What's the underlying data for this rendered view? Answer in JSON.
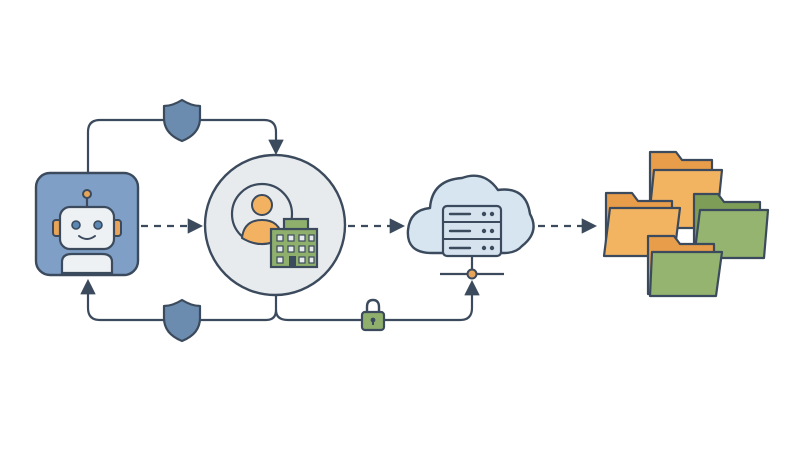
{
  "colors": {
    "outline": "#3b4a5c",
    "robot_tile": "#7f9fc6",
    "robot_body": "#eef1f4",
    "robot_accent": "#e8a55a",
    "robot_eye": "#5a87b4",
    "user_circle": "#e8ebee",
    "person": "#f3b262",
    "building": "#8fb06d",
    "cloud": "#d7e5f1",
    "server": "#d6e3ef",
    "shield": "#6b8cae",
    "lock": "#8fb06d",
    "folder_orange_back": "#e89d4a",
    "folder_orange_front": "#f3b462",
    "folder_green_back": "#7e9e58",
    "folder_green_front": "#94b46f"
  },
  "nodes": [
    {
      "id": "robot-agent",
      "icon": "robot-icon"
    },
    {
      "id": "user-organization",
      "icon": "user-building-icon"
    },
    {
      "id": "cloud-server",
      "icon": "cloud-server-icon"
    },
    {
      "id": "file-folders",
      "icon": "folders-icon"
    }
  ],
  "connectors": [
    {
      "from": "robot-agent",
      "to": "user-organization",
      "style": "solid",
      "icon": "shield-icon"
    },
    {
      "from": "user-organization",
      "to": "robot-agent",
      "style": "solid",
      "icon": "shield-icon"
    },
    {
      "from": "user-organization",
      "to": "cloud-server",
      "style": "solid",
      "icon": "lock-icon"
    },
    {
      "from": "robot-agent",
      "to": "user-organization",
      "style": "dashed"
    },
    {
      "from": "user-organization",
      "to": "cloud-server",
      "style": "dashed"
    },
    {
      "from": "cloud-server",
      "to": "file-folders",
      "style": "dashed"
    }
  ]
}
